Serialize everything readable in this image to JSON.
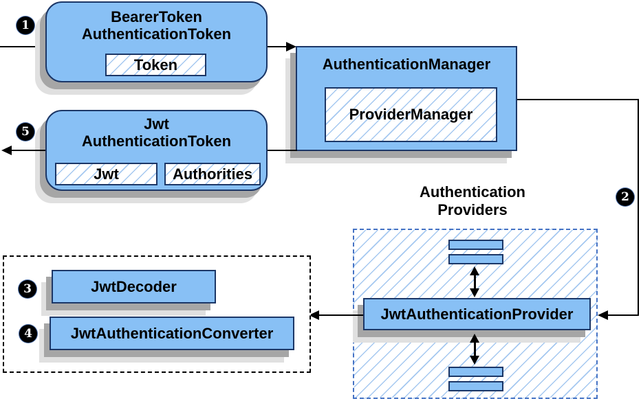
{
  "nodes": {
    "bearer_token": {
      "title_line1": "BearerToken",
      "title_line2": "AuthenticationToken",
      "slot": "Token"
    },
    "authentication_manager": {
      "title": "AuthenticationManager",
      "slot": "ProviderManager"
    },
    "jwt_authentication_token": {
      "title_line1": "Jwt",
      "title_line2": "AuthenticationToken",
      "slot1": "Jwt",
      "slot2": "Authorities"
    },
    "jwt_authentication_provider": {
      "title": "JwtAuthenticationProvider"
    },
    "jwt_decoder": {
      "title": "JwtDecoder"
    },
    "jwt_authentication_converter": {
      "title": "JwtAuthenticationConverter"
    }
  },
  "labels": {
    "providers_heading_line1": "Authentication",
    "providers_heading_line2": "Providers"
  },
  "badges": {
    "step1": "1",
    "step2": "2",
    "step3": "3",
    "step4": "4",
    "step5": "5"
  },
  "colors": {
    "node_fill": "#88c0f5",
    "node_border": "#1b3666",
    "hatch_line": "#a5c8f0",
    "providers_dashed_border": "#4472c4",
    "outline_dashed_black": "#000000",
    "connector": "#000000",
    "badge_bg": "#000000",
    "badge_text": "#ffffff",
    "shadow_dark": "#a6a6a6",
    "shadow_light": "#e0e0e0"
  }
}
